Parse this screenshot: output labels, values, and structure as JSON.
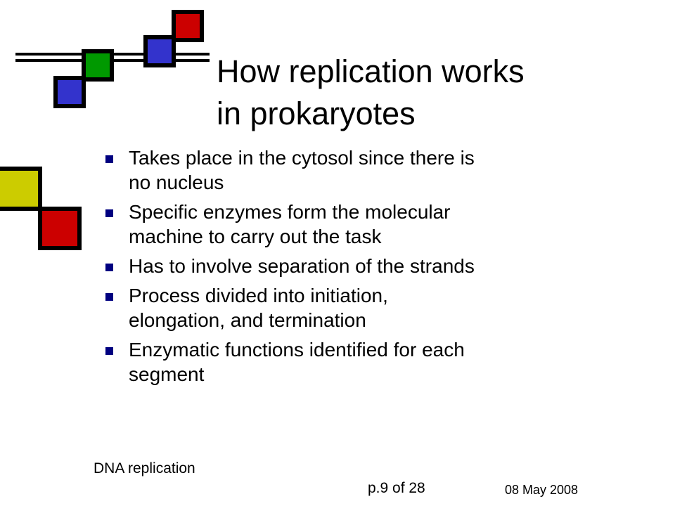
{
  "slide": {
    "title_lines": [
      "How replication works",
      "in prokaryotes"
    ],
    "bullets": [
      [
        "Takes place in the cytosol since there is",
        "no nucleus"
      ],
      [
        "Specific enzymes form the molecular",
        "machine to carry out the task"
      ],
      [
        "Has to involve separation of the strands"
      ],
      [
        "Process divided into initiation,",
        "elongation, and termination"
      ],
      [
        "Enzymatic functions identified for each",
        "segment"
      ]
    ]
  },
  "footer": {
    "topic": "DNA replication",
    "page": "p.9 of 28",
    "date": "08 May 2008"
  },
  "colors": {
    "blue": "#3333cc",
    "green": "#009900",
    "red": "#cc0000",
    "yellow": "#cccc00",
    "bullet": "#000080"
  }
}
